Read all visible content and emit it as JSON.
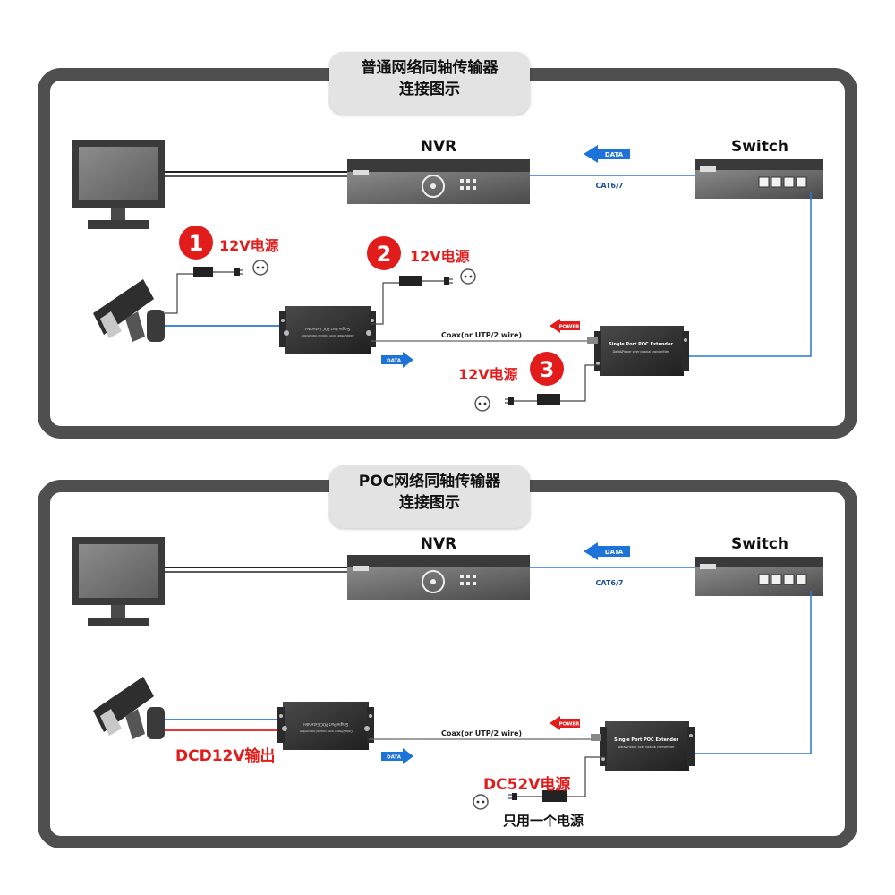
{
  "top": {
    "title_line1": "普通网络同轴传输器",
    "title_line2": "连接图示",
    "nvr_label": "NVR",
    "switch_label": "Switch",
    "data_tag": "DATA",
    "cat_label": "CAT6/7",
    "coax_label": "Coax(or UTP/2 wire)",
    "power_tag": "POWER",
    "data_tag_lower": "DATA",
    "extender_title": "Single Port POC Extender",
    "extender_sub": "Data&Power over coaxial transmitter",
    "extender_title_left": "Single Port POC Extender",
    "extender_sub_left": "Data&Power over coaxial transmitter",
    "power1": {
      "number": "1",
      "label": "12V电源"
    },
    "power2": {
      "number": "2",
      "label": "12V电源"
    },
    "power3": {
      "number": "3",
      "label": "12V电源"
    }
  },
  "bottom": {
    "title_line1": "POC网络同轴传输器",
    "title_line2": "连接图示",
    "nvr_label": "NVR",
    "switch_label": "Switch",
    "data_tag": "DATA",
    "cat_label": "CAT6/7",
    "coax_label": "Coax(or UTP/2 wire)",
    "power_tag": "POWER",
    "data_tag_lower": "DATA",
    "extender_title": "Single Port POC Extender",
    "extender_sub": "Data&Power over coaxial transmitter",
    "extender_title_left": "Single Port POC Extender",
    "extender_sub_left": "Data&Power over coaxial transmitter",
    "dc_out_label": "DCD12V输出",
    "dc52_label": "DC52V电源",
    "single_power_note": "只用一个电源"
  },
  "colors": {
    "panel_border": "#4f4f4f",
    "badge_bg": "#e3e3e3",
    "power_red": "#e21b1b",
    "data_blue": "#1e73d8",
    "cable_blue": "#2a78d6",
    "device_dark": "#3b3b3b"
  },
  "icons": [
    "monitor-icon",
    "nvr-device-icon",
    "switch-device-icon",
    "camera-icon",
    "poc-extender-icon",
    "power-adapter-icon",
    "wall-socket-icon",
    "arrow-left-icon",
    "arrow-right-icon"
  ]
}
